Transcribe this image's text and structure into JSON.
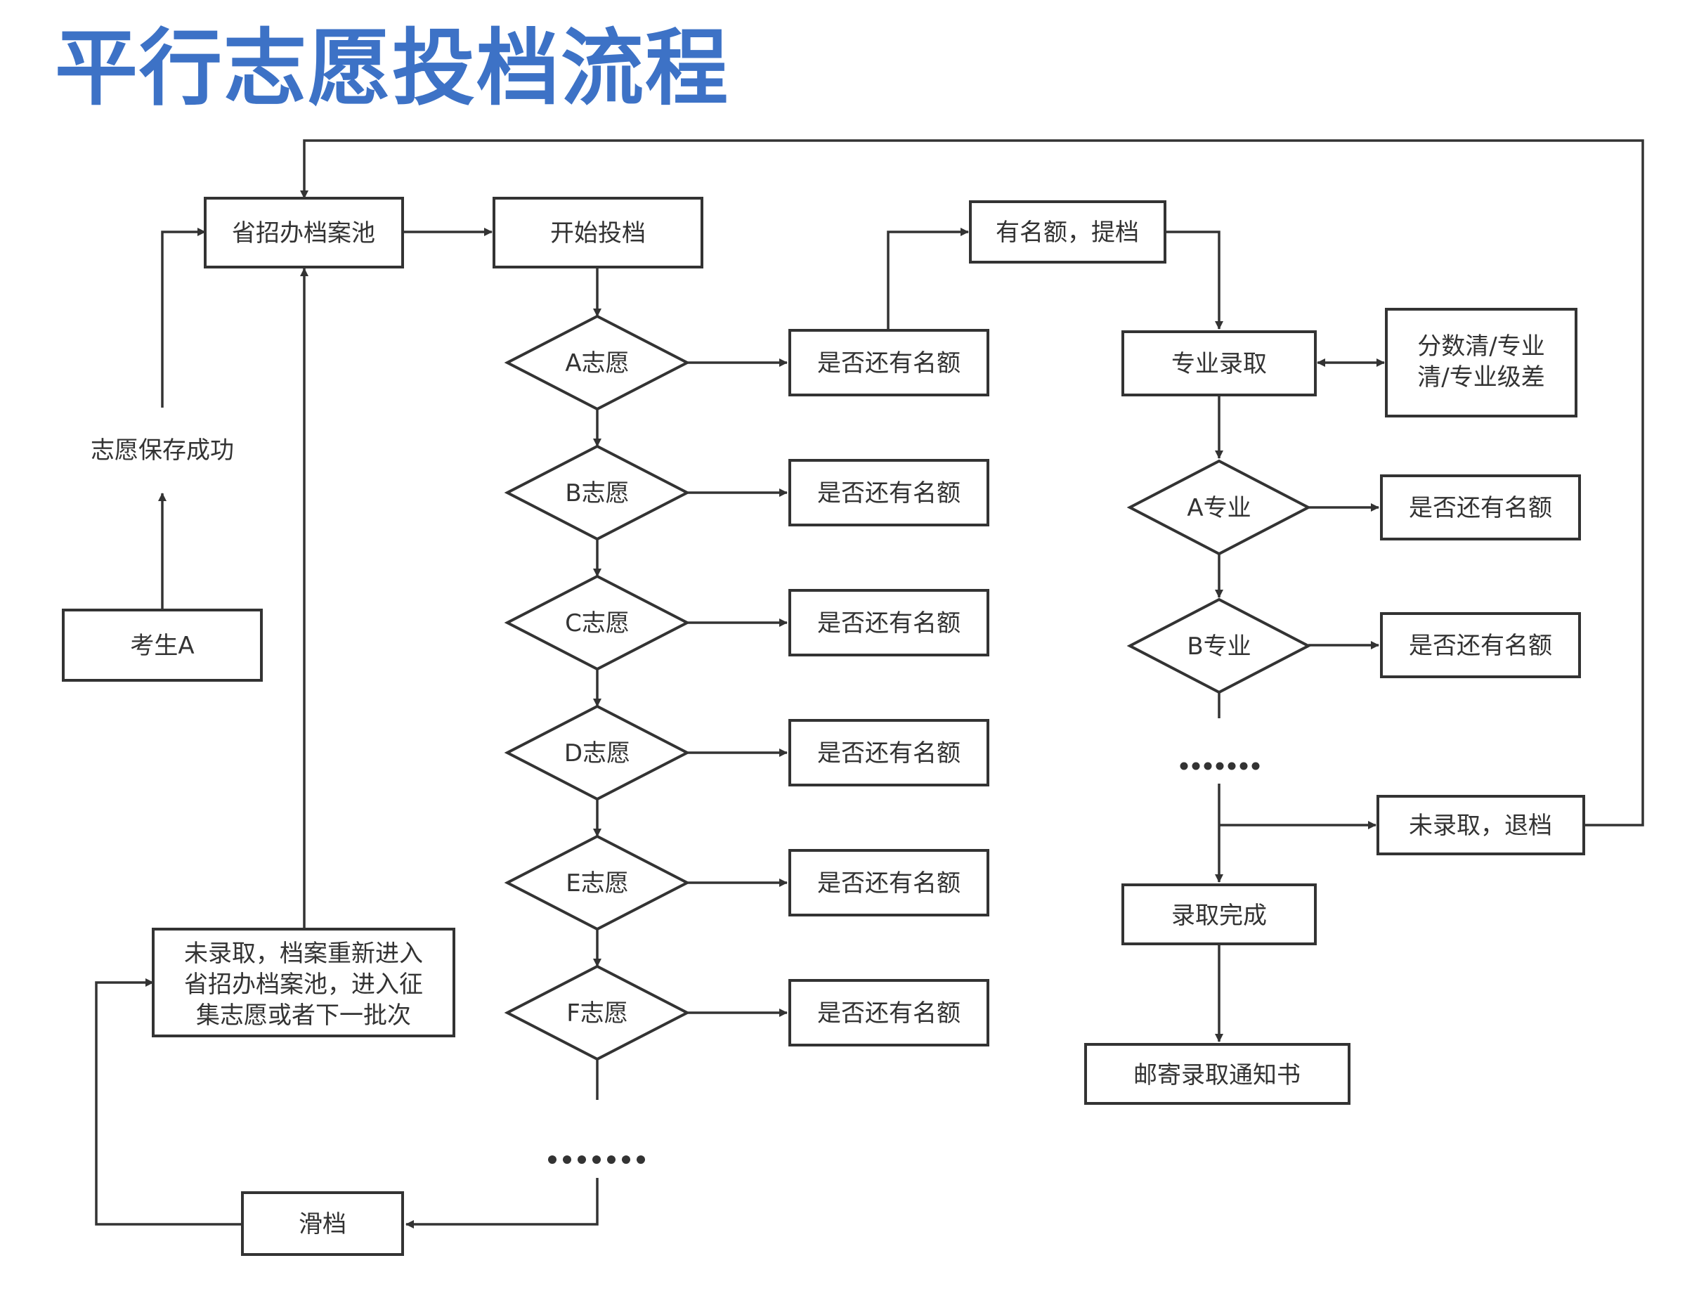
{
  "title": "平行志愿投档流程",
  "labels": {
    "pool": "省招办档案池",
    "start": "开始投档",
    "candidate": "考生A",
    "saved": "志愿保存成功",
    "has_quota": "有名额，提档",
    "major_admit": "专业录取",
    "score_clear_1": "分数清/专业",
    "score_clear_2": "清/专业级差",
    "not_admitted_1": "未录取，档案重新进入",
    "not_admitted_2": "省招办档案池，进入征",
    "not_admitted_3": "集志愿或者下一批次",
    "slide": "滑档",
    "not_admitted_return": "未录取，退档",
    "admit_done": "录取完成",
    "mail_notice": "邮寄录取通知书",
    "ellipsis": "•••••••"
  },
  "choices": [
    {
      "label": "A志愿",
      "quota_check": "是否还有名额"
    },
    {
      "label": "B志愿",
      "quota_check": "是否还有名额"
    },
    {
      "label": "C志愿",
      "quota_check": "是否还有名额"
    },
    {
      "label": "D志愿",
      "quota_check": "是否还有名额"
    },
    {
      "label": "E志愿",
      "quota_check": "是否还有名额"
    },
    {
      "label": "F志愿",
      "quota_check": "是否还有名额"
    }
  ],
  "majors": [
    {
      "label": "A专业",
      "quota_check": "是否还有名额"
    },
    {
      "label": "B专业",
      "quota_check": "是否还有名额"
    }
  ],
  "colors": {
    "title": "#3d72c6",
    "stroke": "#333333",
    "text": "#333333"
  }
}
